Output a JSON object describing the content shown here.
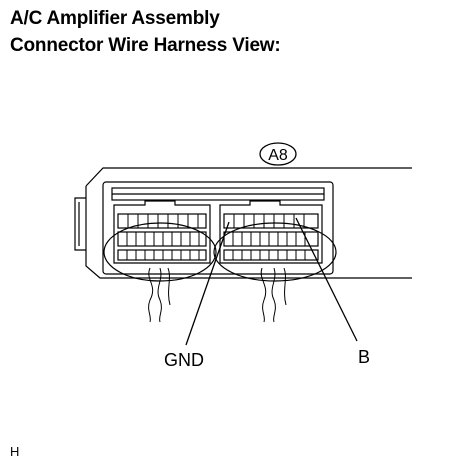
{
  "header": {
    "title_line1": "A/C Amplifier Assembly",
    "title_line2": "Connector Wire Harness View:"
  },
  "diagram": {
    "connector_id": "A8",
    "terminal_labels": {
      "ground": "GND",
      "battery": "B"
    },
    "footer_code": "H"
  }
}
